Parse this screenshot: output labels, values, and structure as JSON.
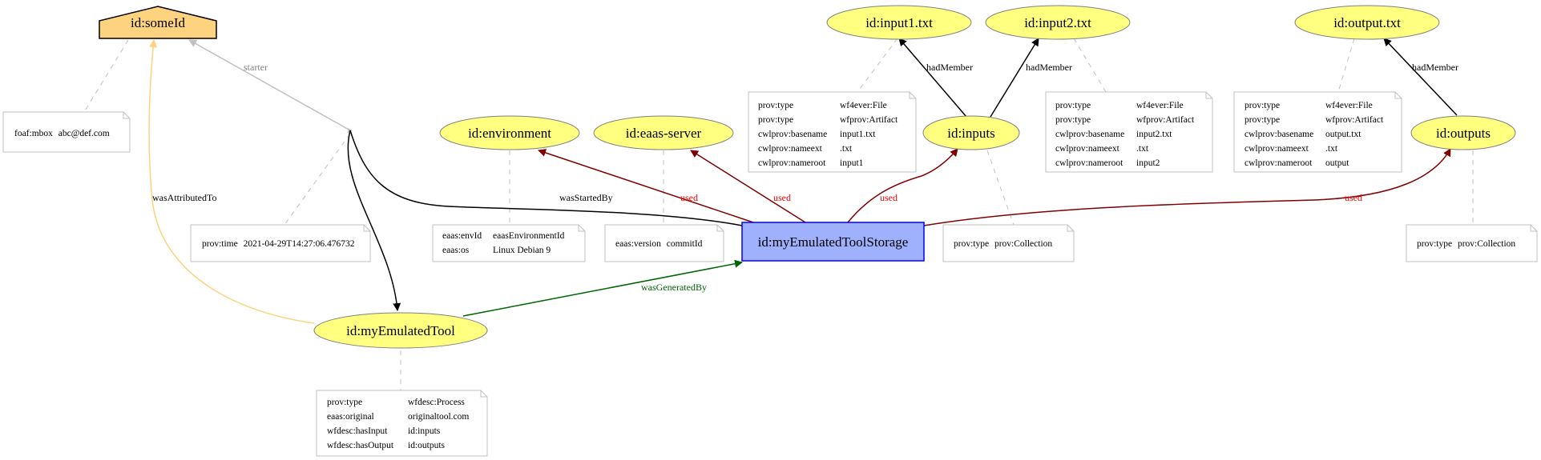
{
  "diagram": {
    "colors": {
      "entity_fill": "#ffff80",
      "entity_stroke": "#808080",
      "activity_fill": "#9fb1fc",
      "activity_stroke": "#0000ff",
      "agent_fill": "#fed37f",
      "used_edge": "#800000",
      "used_label": "#ff0000",
      "generated_edge": "#006400",
      "attributed_edge": "#fed37f",
      "starter_edge": "#c0c0c0",
      "note_stroke": "#c0c0c0"
    },
    "nodes": {
      "someId": "id:someId",
      "input1": "id:input1.txt",
      "input2": "id:input2.txt",
      "output": "id:output.txt",
      "environment": "id:environment",
      "eaas_server": "id:eaas-server",
      "inputs": "id:inputs",
      "outputs": "id:outputs",
      "storage": "id:myEmulatedToolStorage",
      "tool": "id:myEmulatedTool"
    },
    "edges": {
      "starter": "starter",
      "hadMember_1": "hadMember",
      "hadMember_2": "hadMember",
      "hadMember_3": "hadMember",
      "wasAttributedTo": "wasAttributedTo",
      "wasStartedBy": "wasStartedBy",
      "used_env": "used",
      "used_server": "used",
      "used_inputs": "used",
      "used_outputs": "used",
      "wasGeneratedBy": "wasGeneratedBy"
    },
    "notes": {
      "mbox": {
        "rows": [
          [
            "foaf:mbox",
            "abc@def.com"
          ]
        ]
      },
      "input1": {
        "rows": [
          [
            "prov:type",
            "wf4ever:File"
          ],
          [
            "prov:type",
            "wfprov:Artifact"
          ],
          [
            "cwlprov:basename",
            "input1.txt"
          ],
          [
            "cwlprov:nameext",
            ".txt"
          ],
          [
            "cwlprov:nameroot",
            "input1"
          ]
        ]
      },
      "input2": {
        "rows": [
          [
            "prov:type",
            "wf4ever:File"
          ],
          [
            "prov:type",
            "wfprov:Artifact"
          ],
          [
            "cwlprov:basename",
            "input2.txt"
          ],
          [
            "cwlprov:nameext",
            ".txt"
          ],
          [
            "cwlprov:nameroot",
            "input2"
          ]
        ]
      },
      "output": {
        "rows": [
          [
            "prov:type",
            "wf4ever:File"
          ],
          [
            "prov:type",
            "wfprov:Artifact"
          ],
          [
            "cwlprov:basename",
            "output.txt"
          ],
          [
            "cwlprov:nameext",
            ".txt"
          ],
          [
            "cwlprov:nameroot",
            "output"
          ]
        ]
      },
      "time": {
        "rows": [
          [
            "prov:time",
            "2021-04-29T14:27:06.476732"
          ]
        ]
      },
      "environment": {
        "rows": [
          [
            "eaas:envId",
            "eaasEnvironmentId"
          ],
          [
            "eaas:os",
            "Linux Debian 9"
          ]
        ]
      },
      "eaas_server": {
        "rows": [
          [
            "eaas:version",
            "commitId"
          ]
        ]
      },
      "inputs": {
        "rows": [
          [
            "prov:type",
            "prov:Collection"
          ]
        ]
      },
      "outputs": {
        "rows": [
          [
            "prov:type",
            "prov:Collection"
          ]
        ]
      },
      "tool": {
        "rows": [
          [
            "prov:type",
            "wfdesc:Process"
          ],
          [
            "eaas:original",
            "originaltool.com"
          ],
          [
            "wfdesc:hasInput",
            "id:inputs"
          ],
          [
            "wfdesc:hasOutput",
            "id:outputs"
          ]
        ]
      }
    }
  }
}
